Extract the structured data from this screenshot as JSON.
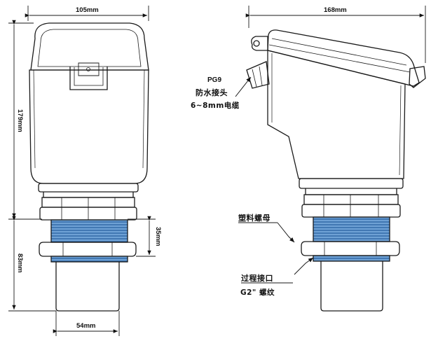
{
  "dimensions": {
    "front_width": "105mm",
    "side_width": "168mm",
    "height_upper": "179mm",
    "height_lower": "83mm",
    "thread_length": "35mm",
    "bottom_width": "54mm"
  },
  "callouts": {
    "pg9": "PG9",
    "waterproof_connector": "防水接头",
    "cable": "6~8mm电缆",
    "plastic_nut": "塑料螺母",
    "process_connection": "过程接口",
    "thread_spec": "G2\" 螺纹"
  },
  "colors": {
    "thread": "#3f7fc0",
    "outline": "#1a1a1a"
  }
}
